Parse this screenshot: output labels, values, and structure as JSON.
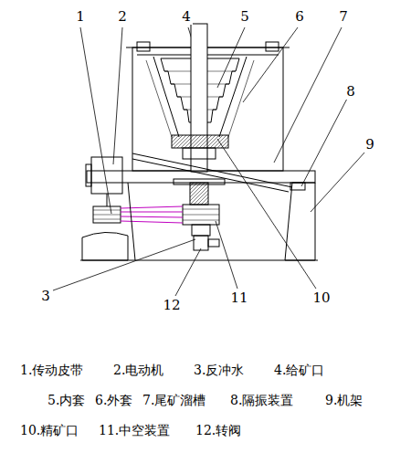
{
  "diagram": {
    "labels": [
      "1",
      "2",
      "3",
      "4",
      "5",
      "6",
      "7",
      "8",
      "9",
      "10",
      "11",
      "12",
      "1.传动皮带",
      "2.电动机",
      "3.反冲水",
      "4.给矿口",
      "5.内套",
      "6.外套",
      "7.尾矿溜槽",
      "8.隔振装置",
      "9.机架",
      "10.精矿口",
      "11.中空装置",
      "12.转阀"
    ]
  }
}
